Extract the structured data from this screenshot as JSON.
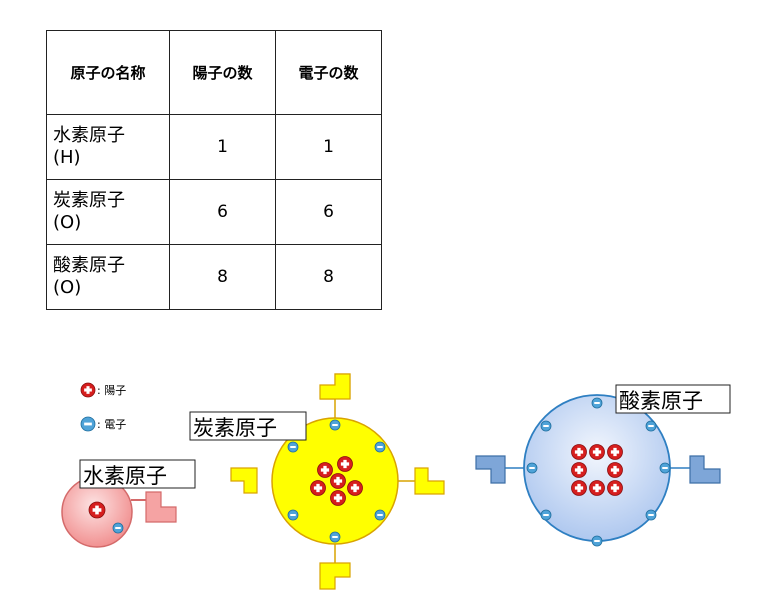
{
  "table": {
    "headers": [
      "原子の名称",
      "陽子の数",
      "電子の数"
    ],
    "rows": [
      {
        "name1": "水素原子",
        "name2": "(H)",
        "protons": "1",
        "electrons": "1"
      },
      {
        "name1": "炭素原子",
        "name2": "(O)",
        "protons": "6",
        "electrons": "6"
      },
      {
        "name1": "酸素原子",
        "name2": "(O)",
        "protons": "8",
        "electrons": "8"
      }
    ]
  },
  "legend": {
    "proton_label": ": 陽子",
    "electron_label": ": 電子"
  },
  "atoms": {
    "hydrogen": {
      "label": "水素原子",
      "protons": 1,
      "electrons": 1,
      "color": "#f08a8a"
    },
    "carbon": {
      "label": "炭素原子",
      "protons": 6,
      "electrons": 6,
      "color": "#ffff00"
    },
    "oxygen": {
      "label": "酸素原子",
      "protons": 8,
      "electrons": 8,
      "color": "#b3cdf2"
    }
  },
  "colors": {
    "proton": "#d61e1e",
    "electron": "#4fa3d8",
    "hydrogen_border": "#d46a6a",
    "carbon_border": "#d9a300",
    "oxygen_border": "#2e7fc2",
    "carbon_hand": "#ffff00",
    "oxygen_hand": "#7ea6d8",
    "hydrogen_hand": "#f5a3a3"
  }
}
